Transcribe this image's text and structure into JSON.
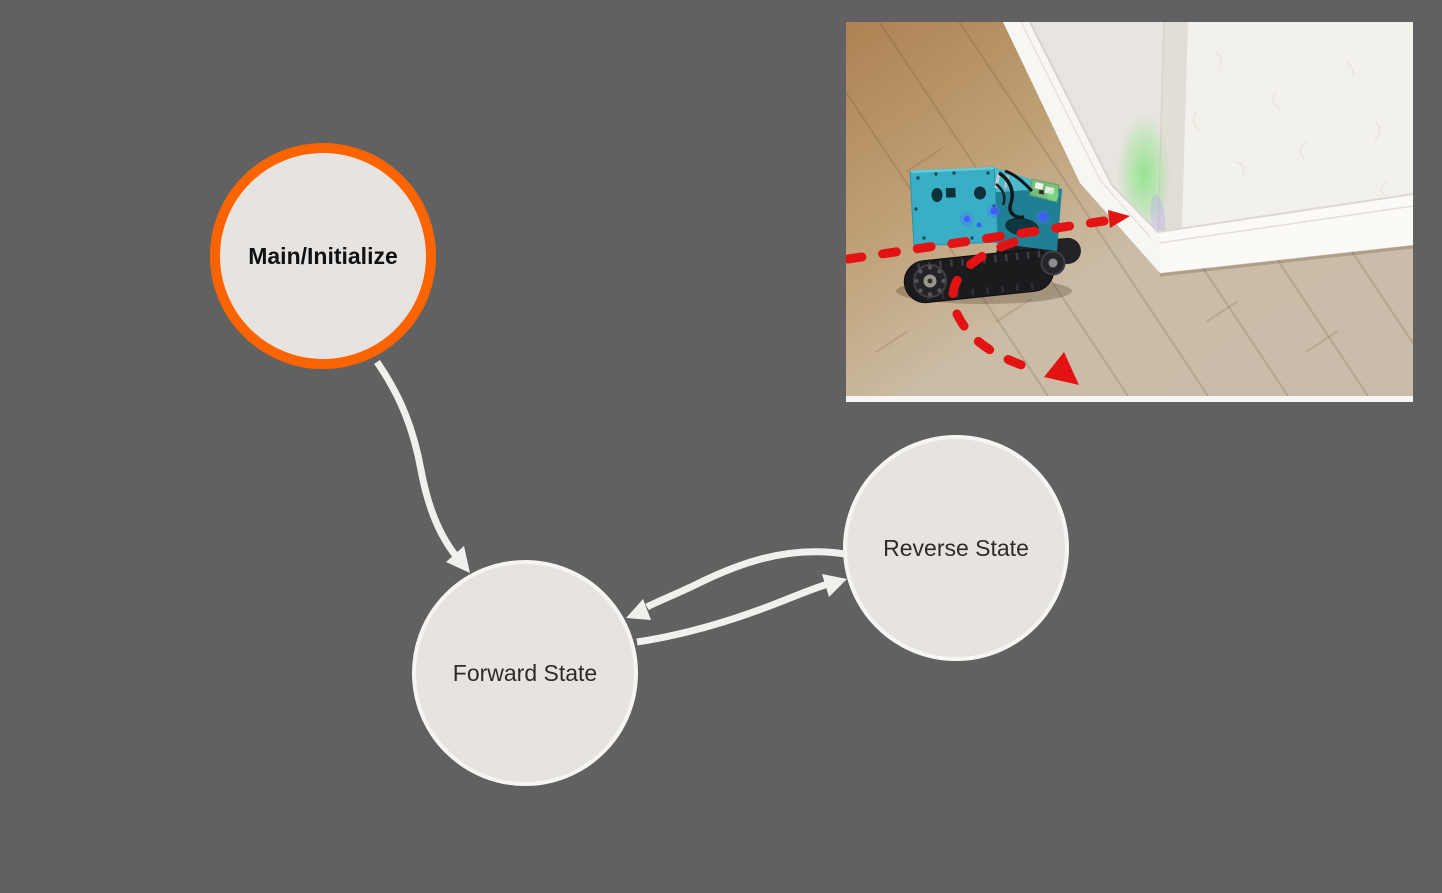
{
  "page": {
    "background_color": "#616161"
  },
  "diagram": {
    "nodes": [
      {
        "id": "main-initialize",
        "label": "Main/Initialize",
        "active": true,
        "border_color": "#FB6400"
      },
      {
        "id": "forward-state",
        "label": "Forward State",
        "active": false,
        "border_color": "#F7F5F2"
      },
      {
        "id": "reverse-state",
        "label": "Reverse State",
        "active": false,
        "border_color": "#F7F5F2"
      }
    ],
    "node_fill": "#E6E3E0",
    "edge_color": "#F2F0ED",
    "edges": [
      {
        "from": "main-initialize",
        "to": "forward-state"
      },
      {
        "from": "forward-state",
        "to": "reverse-state"
      },
      {
        "from": "reverse-state",
        "to": "forward-state"
      }
    ]
  },
  "photo": {
    "alt": "Blue tracked robot on a wood floor approaching a white wall corner; red dashed arrows show its forward path toward the wall and a curved reverse path away from it",
    "path_color": "#E41313",
    "robot_color": "#3AAEC5",
    "reflection_color": "#7FE57A"
  }
}
